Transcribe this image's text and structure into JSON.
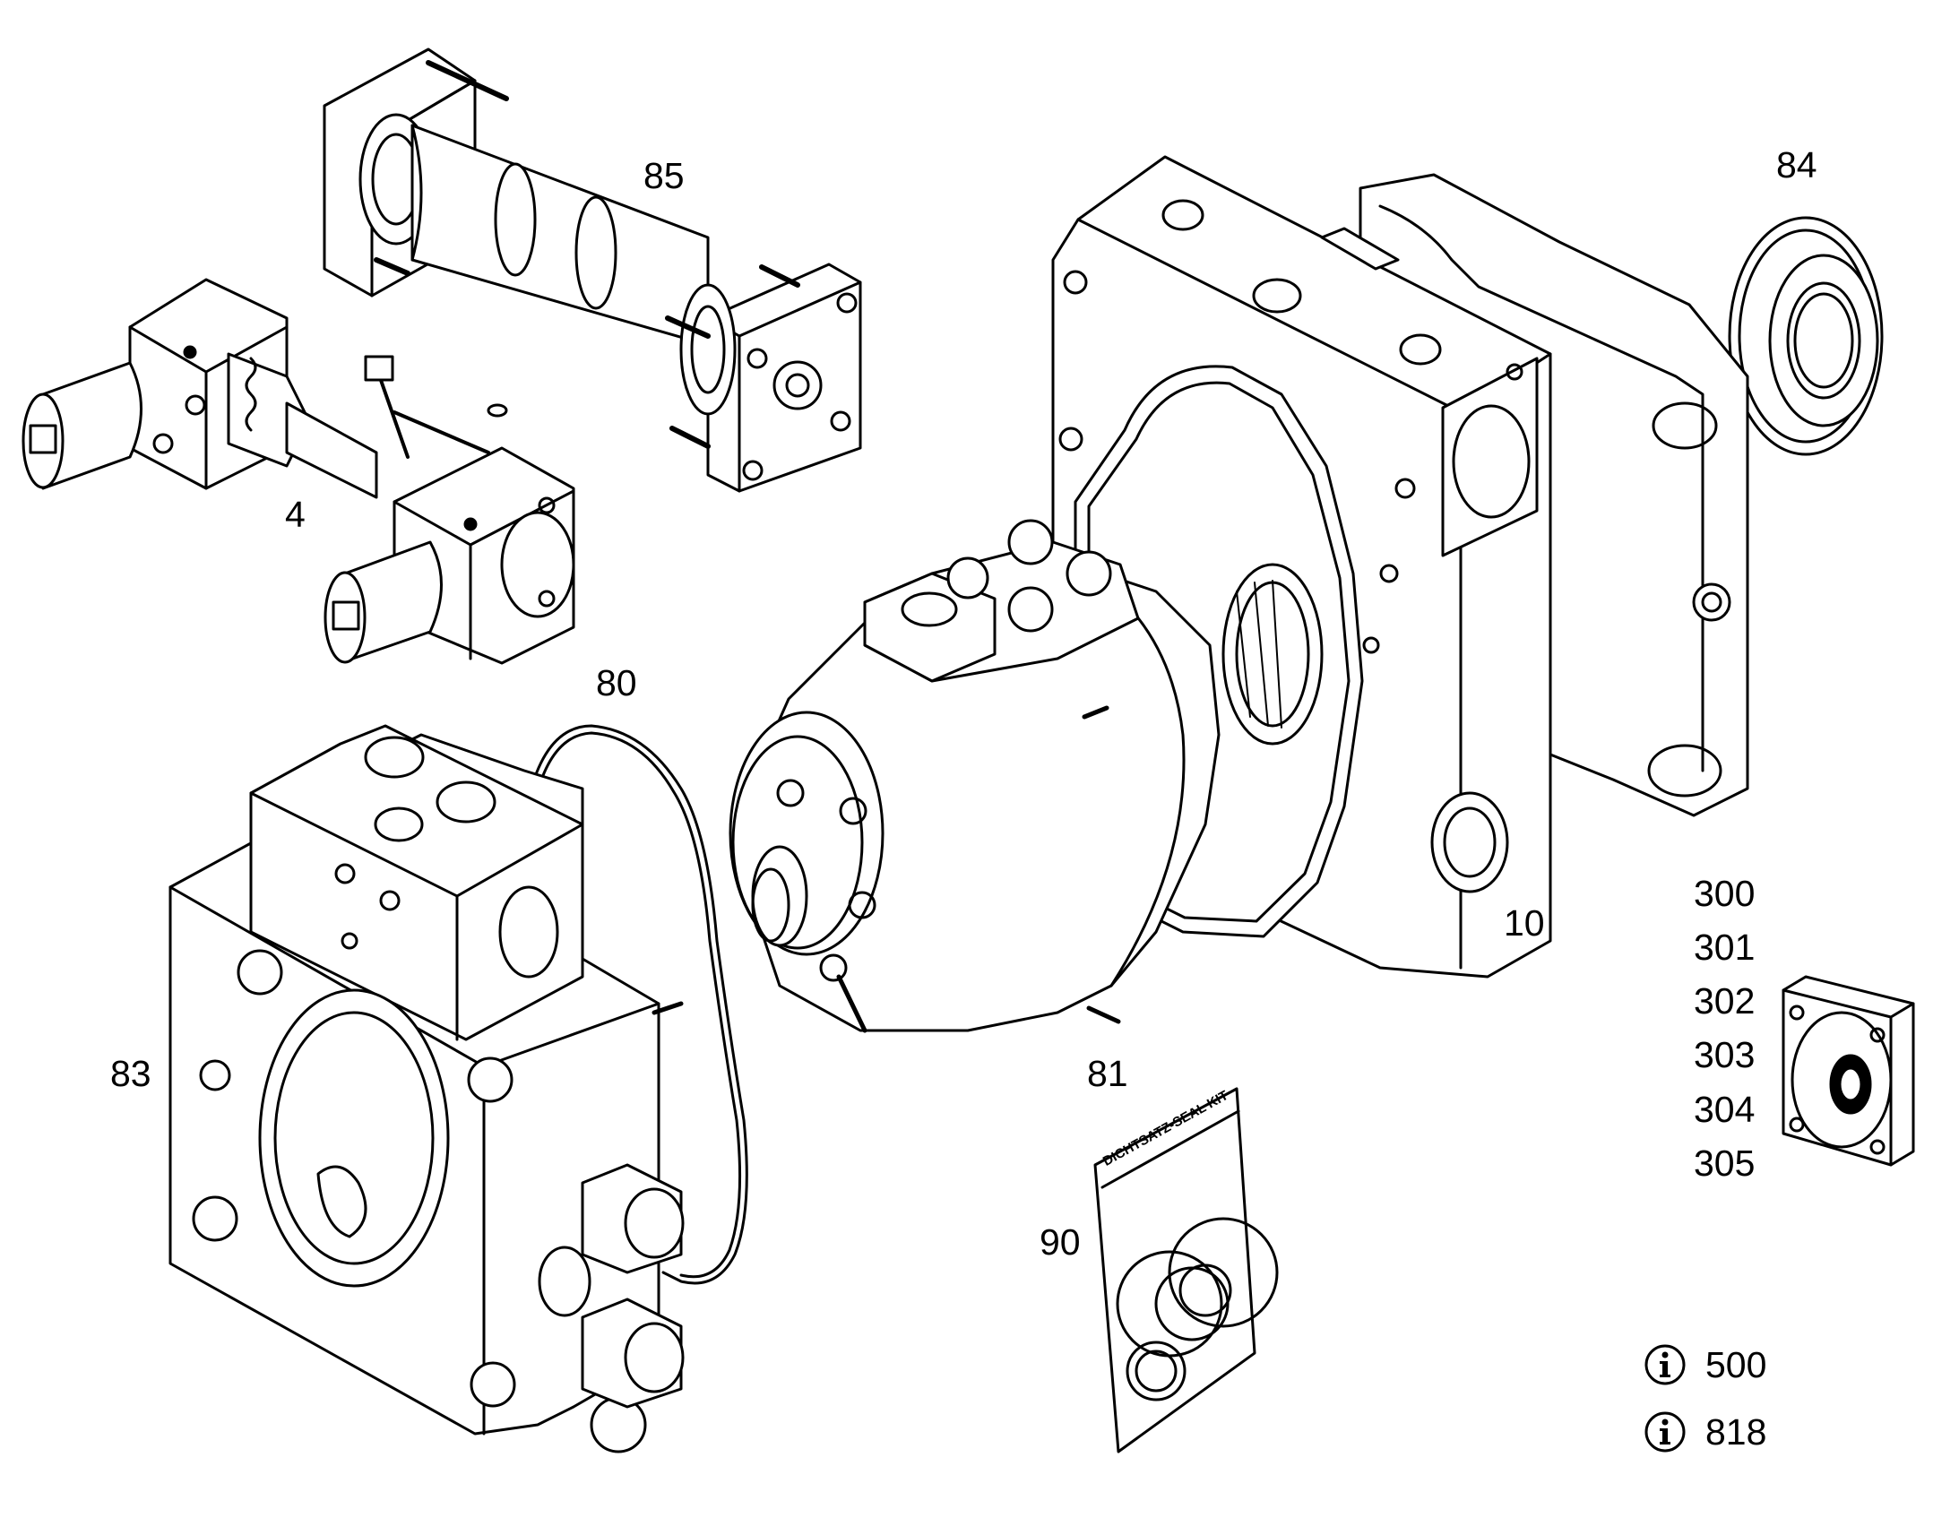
{
  "diagram": {
    "line_color": "#000000",
    "background": "#ffffff"
  },
  "labels": {
    "p85": "85",
    "p84": "84",
    "p4": "4",
    "p80": "80",
    "p10": "10",
    "p83": "83",
    "p81": "81",
    "p90": "90",
    "p300": "300",
    "p301": "301",
    "p302": "302",
    "p303": "303",
    "p304": "304",
    "p305": "305"
  },
  "seal_kit": {
    "text": "DICHTSATZ-SEAL KIT"
  },
  "info_notes": [
    {
      "icon": "info-icon",
      "number": "500"
    },
    {
      "icon": "info-icon",
      "number": "818"
    }
  ]
}
